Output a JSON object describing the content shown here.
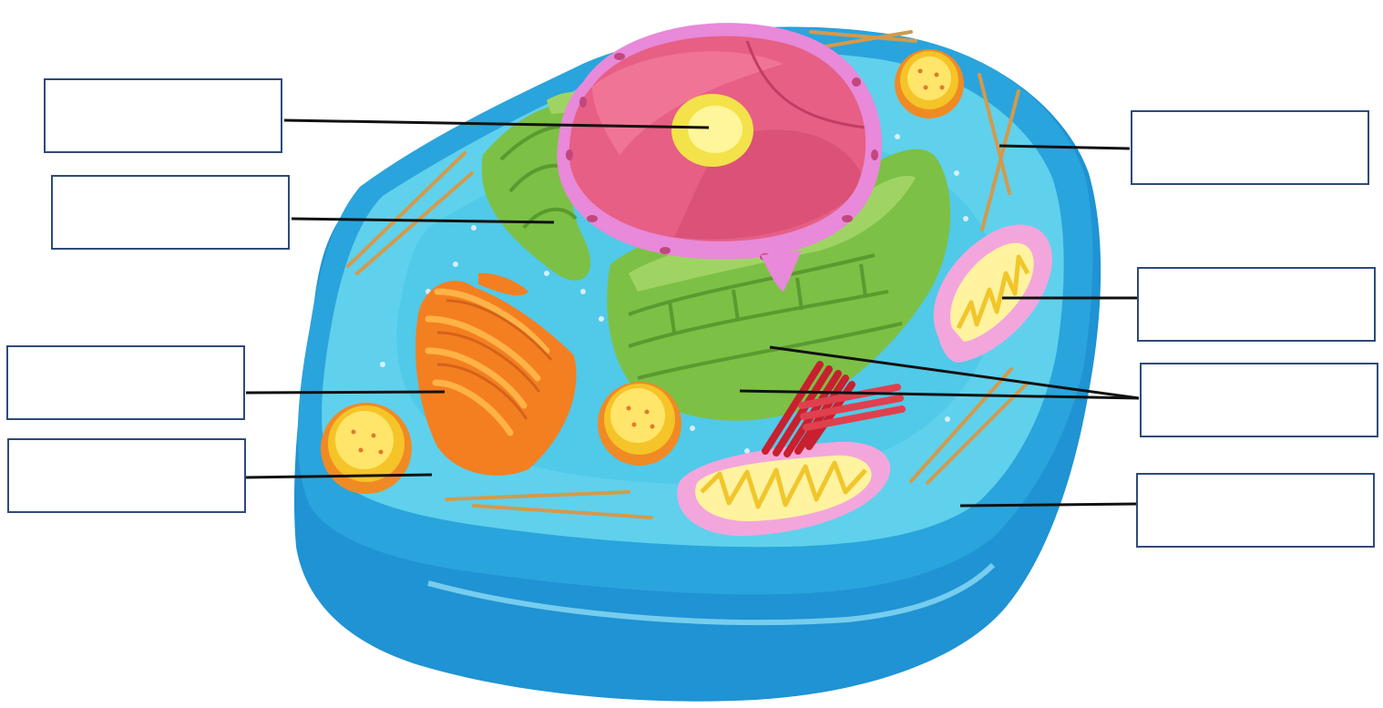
{
  "diagram": {
    "colors": {
      "cytoplasm": "#5fd1ec",
      "membrane_outer": "#2aa4dc",
      "membrane_base": "#1f93d3",
      "nucleus_envelope": "#e889d9",
      "nucleus_interior": "#e75f84",
      "nucleolus": "#f4e24a",
      "rough_er": "#7dc046",
      "golgi": "#f47f20",
      "mitochondrion_outer": "#f3a6dc",
      "mitochondrion_crista": "#f1e22c",
      "lysosome": "#f5c428",
      "centriole": "#c8202e",
      "cytoskeleton": "#d39a4c",
      "label_border": "#2f4a7a",
      "leader_line": "#111111"
    },
    "label_boxes": [
      {
        "id": "label-nucleolus",
        "text": ""
      },
      {
        "id": "label-rough-er",
        "text": ""
      },
      {
        "id": "label-golgi",
        "text": ""
      },
      {
        "id": "label-cytoplasm",
        "text": ""
      },
      {
        "id": "label-cytoskeleton",
        "text": ""
      },
      {
        "id": "label-mitochondrion",
        "text": ""
      },
      {
        "id": "label-er-centriole",
        "text": ""
      },
      {
        "id": "label-cell-membrane",
        "text": ""
      }
    ]
  }
}
